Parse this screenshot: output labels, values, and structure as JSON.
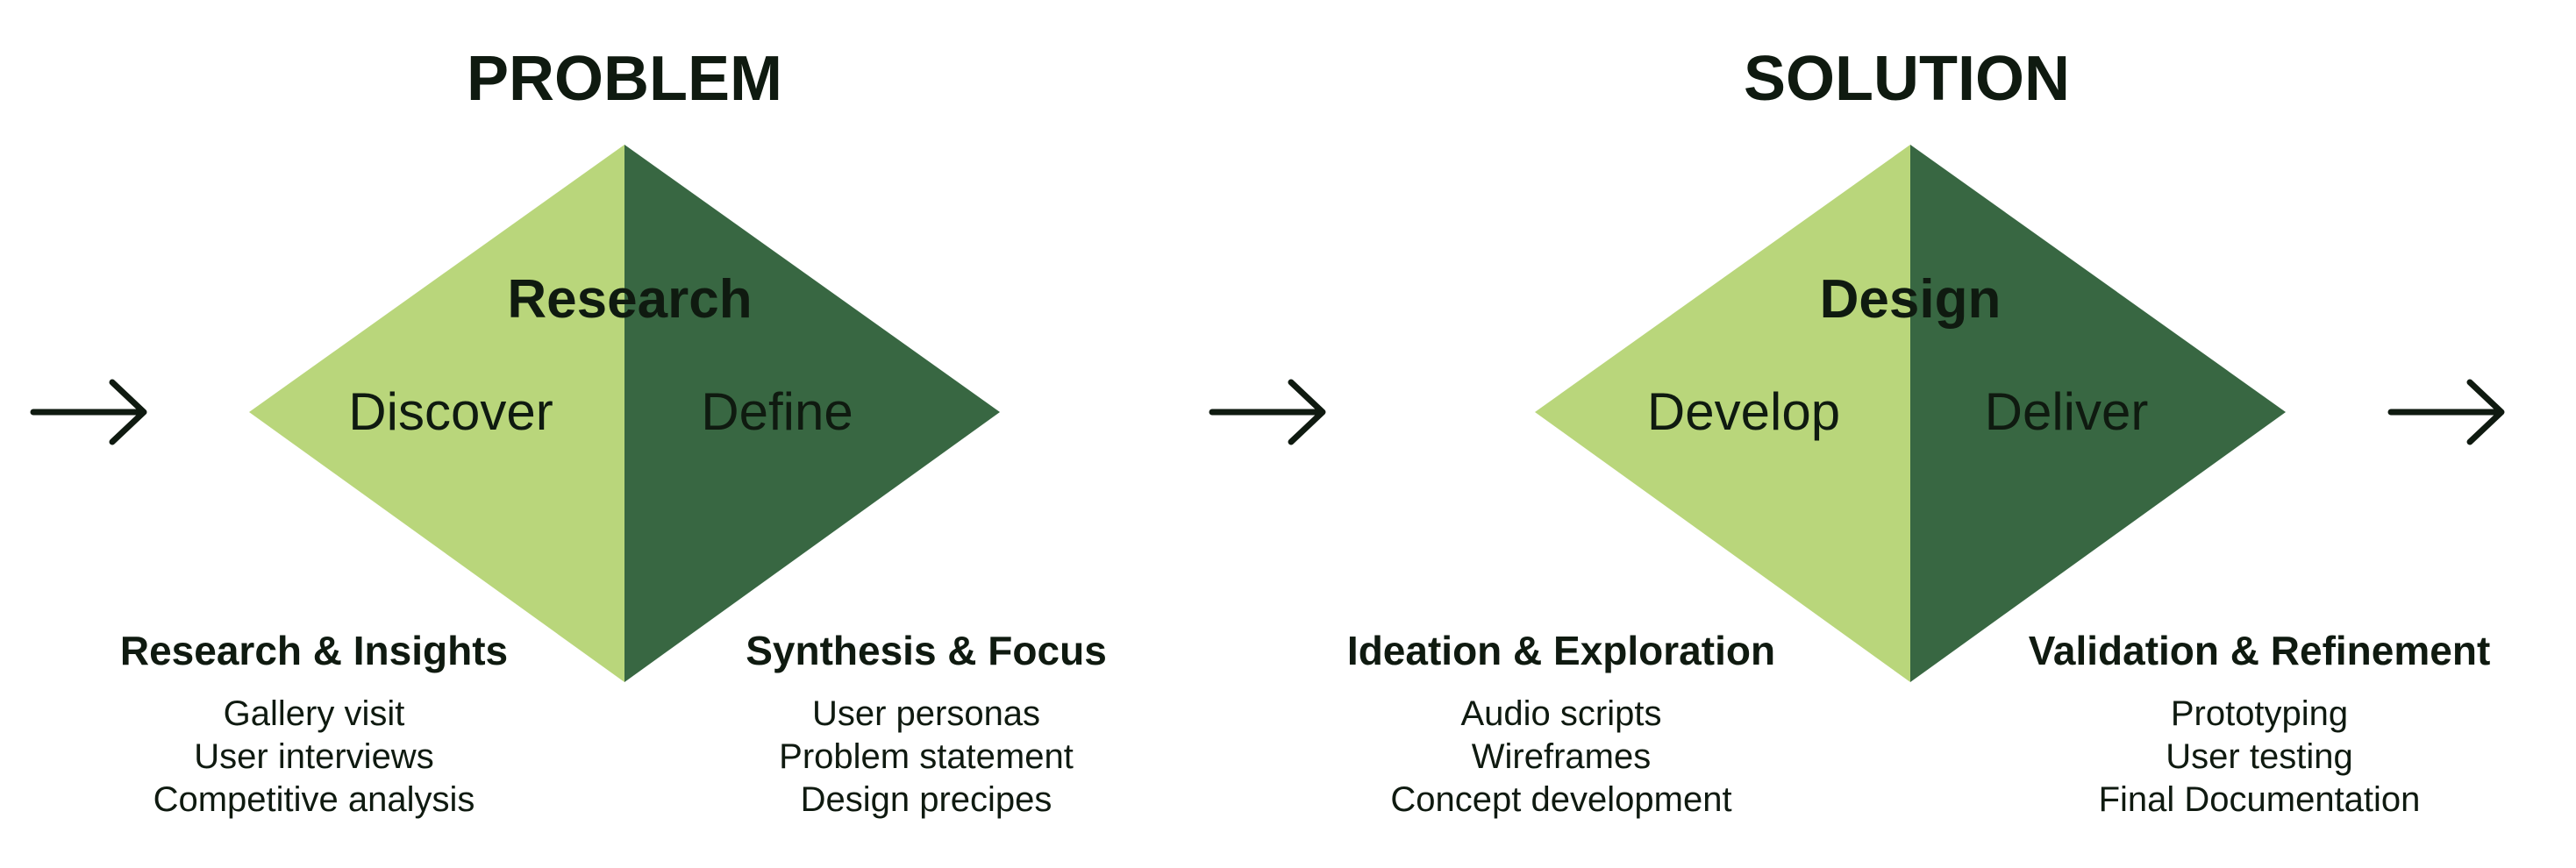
{
  "colors": {
    "light_green": "#b9d67b",
    "dark_green": "#386742",
    "text": "#0f1a10",
    "background": "#ffffff"
  },
  "phases": {
    "problem": {
      "title": "PROBLEM",
      "diamond_label": "Research",
      "left_stage": "Discover",
      "right_stage": "Define"
    },
    "solution": {
      "title": "SOLUTION",
      "diamond_label": "Design",
      "left_stage": "Develop",
      "right_stage": "Deliver"
    }
  },
  "sections": [
    {
      "heading": "Research & Insights",
      "items": [
        "Gallery visit",
        "User interviews",
        "Competitive analysis"
      ]
    },
    {
      "heading": "Synthesis & Focus",
      "items": [
        "User personas",
        "Problem statement",
        "Design precipes"
      ]
    },
    {
      "heading": "Ideation & Exploration",
      "items": [
        "Audio scripts",
        "Wireframes",
        "Concept development"
      ]
    },
    {
      "heading": "Validation & Refinement",
      "items": [
        "Prototyping",
        "User testing",
        "Final Documentation"
      ]
    }
  ],
  "icons": {
    "arrows": [
      "arrow-right-icon",
      "arrow-right-icon",
      "arrow-right-icon"
    ]
  }
}
